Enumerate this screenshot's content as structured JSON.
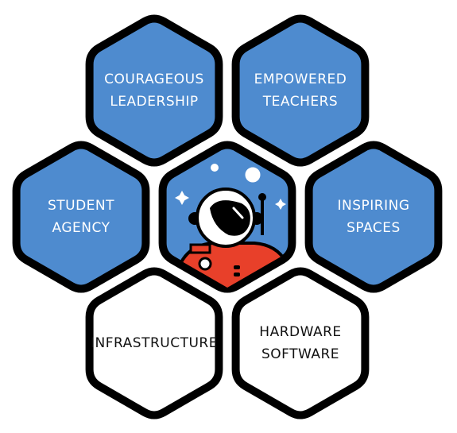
{
  "diagram": {
    "colors": {
      "outline": "#000000",
      "blue_fill": "#4e8bcf",
      "white_fill": "#ffffff",
      "light_text": "#ffffff",
      "dark_text": "#111111",
      "astronaut_red": "#e8402a"
    },
    "hexagons": [
      {
        "id": "courageous-leadership",
        "lines": [
          "COURAGEOUS",
          "LEADERSHIP"
        ],
        "fill": "blue"
      },
      {
        "id": "empowered-teachers",
        "lines": [
          "EMPOWERED",
          "TEACHERS"
        ],
        "fill": "blue"
      },
      {
        "id": "student-agency",
        "lines": [
          "STUDENT",
          "AGENCY"
        ],
        "fill": "blue"
      },
      {
        "id": "center-astronaut",
        "lines": [],
        "fill": "blue",
        "icon": "astronaut-icon"
      },
      {
        "id": "inspiring-spaces",
        "lines": [
          "INSPIRING",
          "SPACES"
        ],
        "fill": "blue"
      },
      {
        "id": "infrastructure",
        "lines": [
          "INFRASTRUCTURE"
        ],
        "fill": "white"
      },
      {
        "id": "hardware-software",
        "lines": [
          "HARDWARE",
          "SOFTWARE"
        ],
        "fill": "white"
      }
    ]
  }
}
